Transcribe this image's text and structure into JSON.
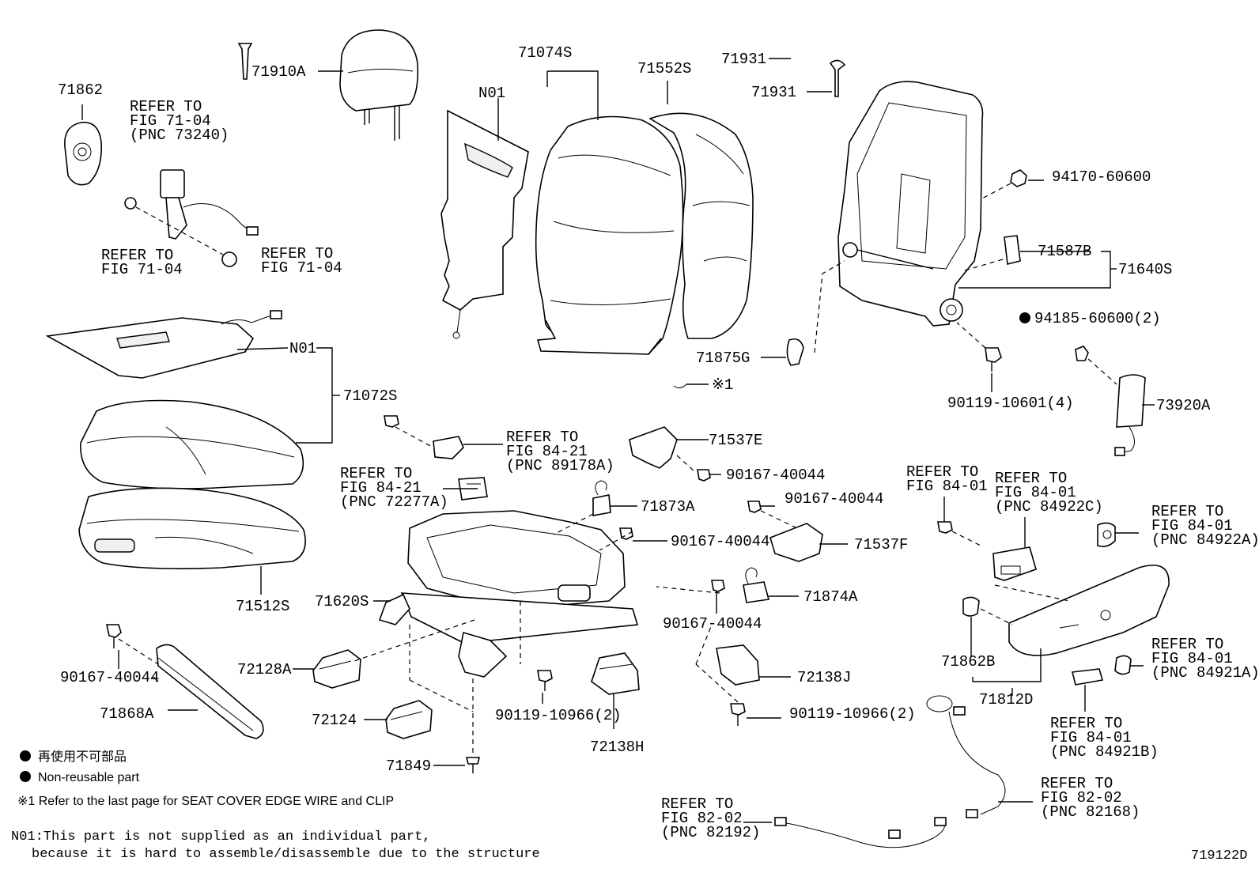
{
  "labels": {
    "p71862": "71862",
    "p71910A": "71910A",
    "p71074S": "71074S",
    "p71552S": "71552S",
    "p71931a": "71931",
    "p71931b": "71931",
    "n01_top": "N01",
    "n01_mid": "N01",
    "p94170": "94170-60600",
    "p71587B": "71587B",
    "p71640S": "71640S",
    "p94185": "94185-60600(2)",
    "p71875G": "71875G",
    "p90119_10601": "90119-10601(4)",
    "p73920A": "73920A",
    "p71072S": "71072S",
    "p71512S": "71512S",
    "p71537E": "71537E",
    "p90167_a": "90167-40044",
    "p90167_b": "90167-40044",
    "p90167_c": "90167-40044",
    "p90167_d": "90167-40044",
    "p90167_e": "90167-40044",
    "p71873A": "71873A",
    "p71537F": "71537F",
    "p71874A": "71874A",
    "p71620S": "71620S",
    "p72128A": "72128A",
    "p72124": "72124",
    "p71868A": "71868A",
    "p71849": "71849",
    "p90119_10966_a": "90119-10966(2)",
    "p90119_10966_b": "90119-10966(2)",
    "p72138H": "72138H",
    "p72138J": "72138J",
    "p71862B": "71862B",
    "p71812D": "71812D",
    "cross_ref": "※1"
  },
  "refers": {
    "r1": [
      "REFER TO",
      "FIG 71-04",
      "(PNC 73240)"
    ],
    "r2": [
      "REFER TO",
      "FIG 71-04"
    ],
    "r3": [
      "REFER TO",
      "FIG 71-04"
    ],
    "r4": [
      "REFER TO",
      "FIG 84-21",
      "(PNC 89178A)"
    ],
    "r5": [
      "REFER TO",
      "FIG 84-21",
      "(PNC 72277A)"
    ],
    "r6": [
      "REFER TO",
      "FIG 84-01"
    ],
    "r7": [
      "REFER TO",
      "FIG 84-01",
      "(PNC 84922C)"
    ],
    "r8": [
      "REFER TO",
      "FIG 84-01",
      "(PNC 84922A)"
    ],
    "r9": [
      "REFER TO",
      "FIG 84-01",
      "(PNC 84921A)"
    ],
    "r10": [
      "REFER TO",
      "FIG 84-01",
      "(PNC 84921B)"
    ],
    "r11": [
      "REFER TO",
      "FIG 82-02",
      "(PNC 82168)"
    ],
    "r12": [
      "REFER TO",
      "FIG 82-02",
      "(PNC 82192)"
    ]
  },
  "legend": {
    "jp": "再使用不可部品",
    "en": "Non-reusable part",
    "note1": "※1  Refer to the last page for SEAT COVER EDGE WIRE and CLIP",
    "n01_line1": "N01:This part is not supplied as an individual part,",
    "n01_line2": "because it is hard to assemble/disassemble due to the structure"
  },
  "figure_id": "719122D"
}
